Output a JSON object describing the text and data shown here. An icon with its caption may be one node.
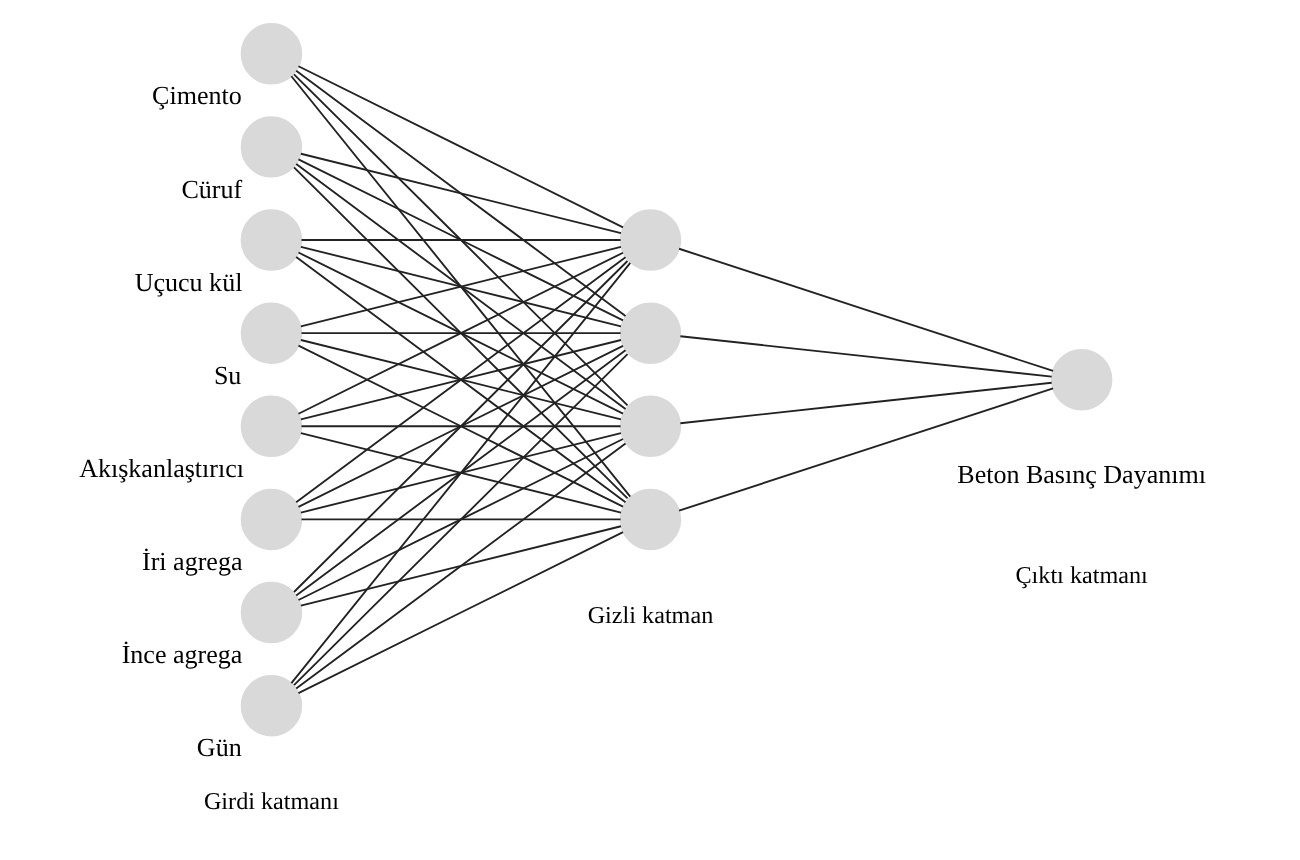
{
  "diagram": {
    "nodes": [
      {
        "text": [],
        "shape": "circle",
        "beside": [
          "Çimento"
        ]
      },
      {
        "text": [],
        "shape": "circle",
        "beside": [
          "Cüruf"
        ]
      },
      {
        "text": [],
        "shape": "circle",
        "beside": [
          "Uçucu kül"
        ]
      },
      {
        "text": [],
        "shape": "circle",
        "beside": [
          "Su"
        ]
      },
      {
        "text": [],
        "shape": "circle",
        "beside": [
          "Akışkanlaştırıcı"
        ]
      },
      {
        "text": [],
        "shape": "circle",
        "beside": [
          "İri agrega"
        ]
      },
      {
        "text": [],
        "shape": "circle",
        "beside": [
          "İnce agrega"
        ]
      },
      {
        "text": [],
        "shape": "circle",
        "beside": [
          "Gün"
        ]
      },
      {
        "text": [],
        "shape": "circle"
      },
      {
        "text": [],
        "shape": "circle"
      },
      {
        "text": [],
        "shape": "circle"
      },
      {
        "text": [],
        "shape": "circle"
      },
      {
        "text": [],
        "shape": "circle",
        "beside": [
          "Beton Basınç Dayanımı"
        ]
      }
    ],
    "edges": [
      {
        "from": 0,
        "to": 8,
        "arrow": "none"
      },
      {
        "from": 0,
        "to": 9,
        "arrow": "none"
      },
      {
        "from": 0,
        "to": 10,
        "arrow": "none"
      },
      {
        "from": 0,
        "to": 11,
        "arrow": "none"
      },
      {
        "from": 1,
        "to": 8,
        "arrow": "none"
      },
      {
        "from": 1,
        "to": 9,
        "arrow": "none"
      },
      {
        "from": 1,
        "to": 10,
        "arrow": "none"
      },
      {
        "from": 1,
        "to": 11,
        "arrow": "none"
      },
      {
        "from": 2,
        "to": 8,
        "arrow": "none"
      },
      {
        "from": 2,
        "to": 9,
        "arrow": "none"
      },
      {
        "from": 2,
        "to": 10,
        "arrow": "none"
      },
      {
        "from": 2,
        "to": 11,
        "arrow": "none"
      },
      {
        "from": 3,
        "to": 8,
        "arrow": "none"
      },
      {
        "from": 3,
        "to": 9,
        "arrow": "none"
      },
      {
        "from": 3,
        "to": 10,
        "arrow": "none"
      },
      {
        "from": 3,
        "to": 11,
        "arrow": "none"
      },
      {
        "from": 4,
        "to": 8,
        "arrow": "none"
      },
      {
        "from": 4,
        "to": 9,
        "arrow": "none"
      },
      {
        "from": 4,
        "to": 10,
        "arrow": "none"
      },
      {
        "from": 4,
        "to": 11,
        "arrow": "none"
      },
      {
        "from": 5,
        "to": 8,
        "arrow": "none"
      },
      {
        "from": 5,
        "to": 9,
        "arrow": "none"
      },
      {
        "from": 5,
        "to": 10,
        "arrow": "none"
      },
      {
        "from": 5,
        "to": 11,
        "arrow": "none"
      },
      {
        "from": 6,
        "to": 8,
        "arrow": "none"
      },
      {
        "from": 6,
        "to": 9,
        "arrow": "none"
      },
      {
        "from": 6,
        "to": 10,
        "arrow": "none"
      },
      {
        "from": 6,
        "to": 11,
        "arrow": "none"
      },
      {
        "from": 7,
        "to": 8,
        "arrow": "none"
      },
      {
        "from": 7,
        "to": 9,
        "arrow": "none"
      },
      {
        "from": 7,
        "to": 10,
        "arrow": "none"
      },
      {
        "from": 7,
        "to": 11,
        "arrow": "none"
      },
      {
        "from": 8,
        "to": 12,
        "arrow": "none"
      },
      {
        "from": 9,
        "to": 12,
        "arrow": "none"
      },
      {
        "from": 10,
        "to": 12,
        "arrow": "none"
      },
      {
        "from": 11,
        "to": 12,
        "arrow": "none"
      }
    ],
    "labels": [
      "Girdi katmanı",
      "Gizli katman",
      "Çıktı katmanı"
    ]
  }
}
